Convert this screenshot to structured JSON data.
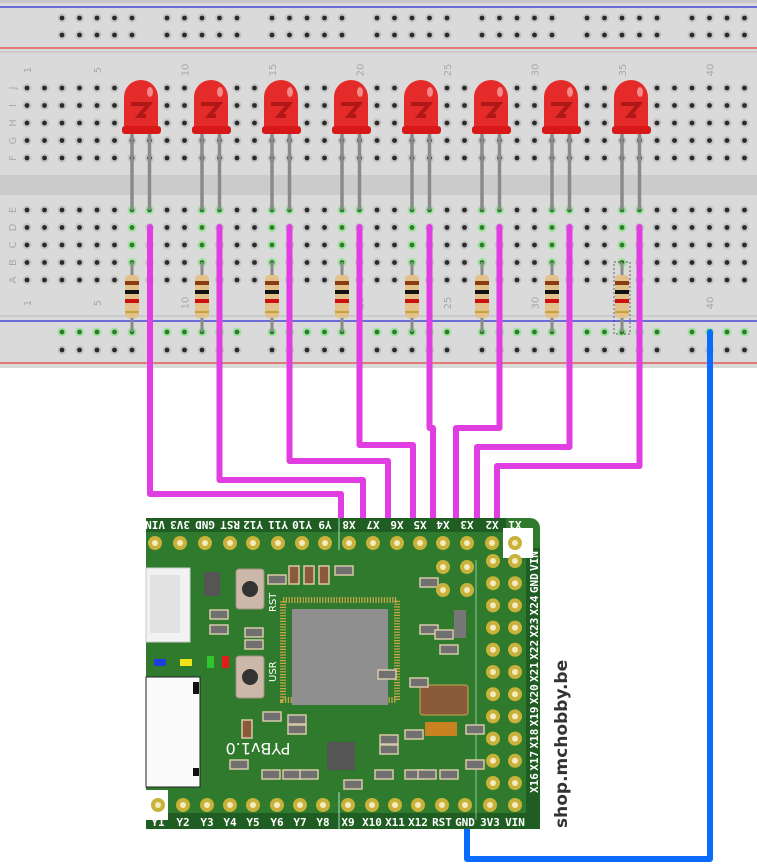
{
  "breadboard": {
    "column_labels": [
      "1",
      "5",
      "10",
      "15",
      "20",
      "25",
      "30",
      "35",
      "40"
    ],
    "row_labels_top": [
      "J",
      "I",
      "H",
      "G",
      "F"
    ],
    "row_labels_bottom": [
      "E",
      "D",
      "C",
      "B",
      "A"
    ],
    "rail_colors": {
      "positive": "#e8413c",
      "negative": "#2a2ad8"
    }
  },
  "leds": {
    "count": 8,
    "color": "#e52a2a"
  },
  "resistors": {
    "count": 8,
    "bands": [
      "#8a3b12",
      "#111111",
      "#cc1111",
      "#c9a23a"
    ]
  },
  "wires": {
    "signal_color": "#e03ee0",
    "ground_color": "#0a6cff"
  },
  "pyboard": {
    "silkscreen_name": "PYBv1.0",
    "button_rst": "RST",
    "button_usr": "USR",
    "top_pins": [
      "VIN",
      "3V3",
      "GND",
      "RST",
      "Y12",
      "Y11",
      "Y10",
      "Y9",
      "X8",
      "X7",
      "X6",
      "X5",
      "X4",
      "X3",
      "X2",
      "X1"
    ],
    "bottom_pins": [
      "Y1",
      "Y2",
      "Y3",
      "Y4",
      "Y5",
      "Y6",
      "Y7",
      "Y8",
      "X9",
      "X10",
      "X11",
      "X12",
      "RST",
      "GND",
      "3V3",
      "VIN"
    ],
    "right_pins": [
      "X16",
      "X17",
      "X18",
      "X19",
      "X20",
      "X21",
      "X22",
      "X23",
      "X24",
      "GND",
      "VIN"
    ],
    "board_color": "#2f7a2c"
  },
  "watermark": "shop.mchobby.be"
}
